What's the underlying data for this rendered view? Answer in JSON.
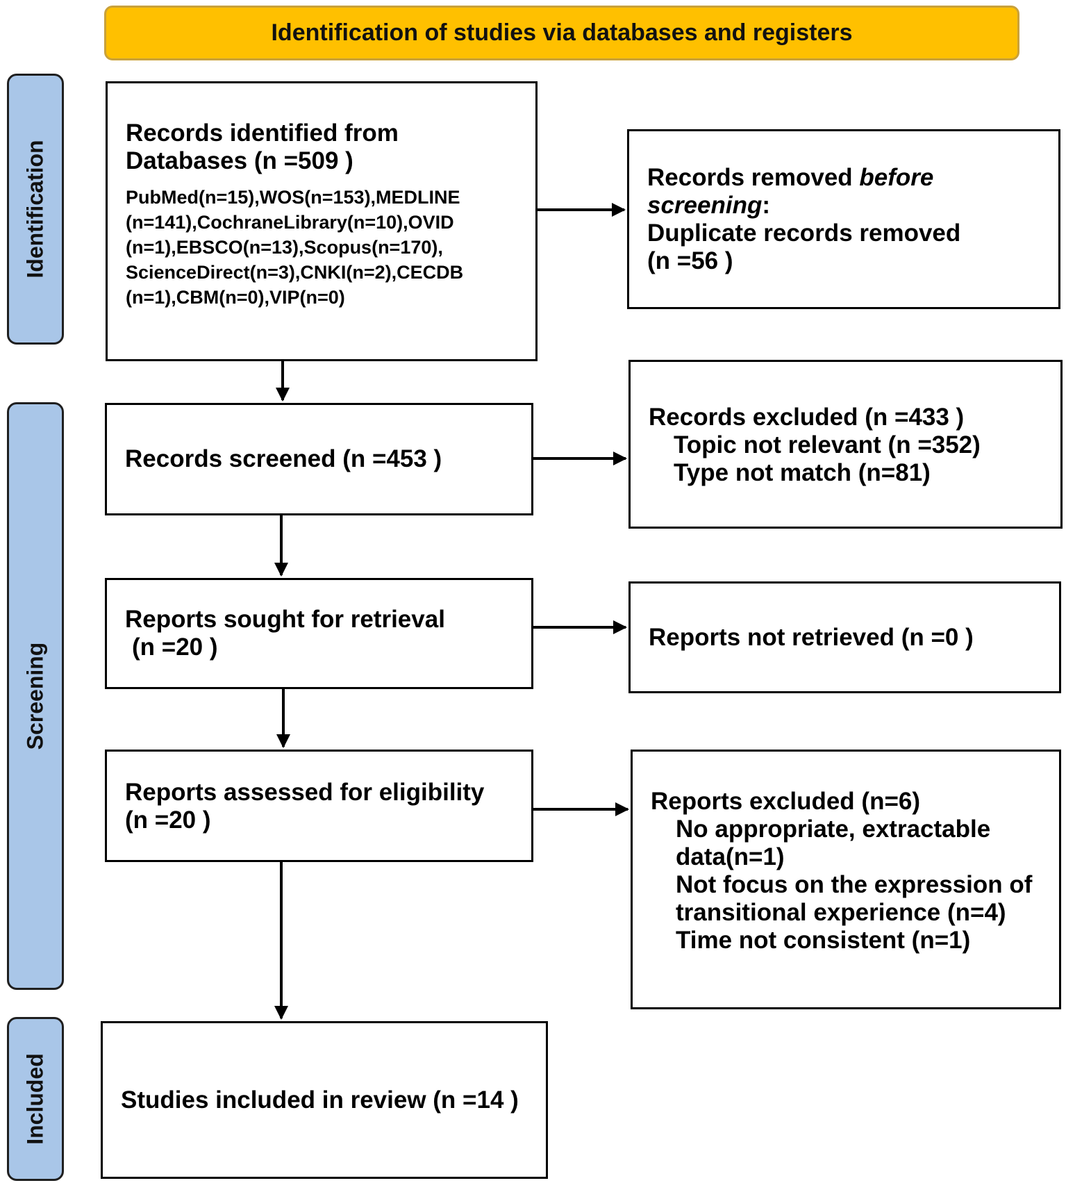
{
  "banner": "Identification of studies via databases and registers",
  "phases": {
    "identification": "Identification",
    "screening": "Screening",
    "included": "Included"
  },
  "identified": {
    "line1": "Records identified from",
    "line2": "Databases (n =509 )",
    "sources": [
      "PubMed(n=15),WOS(n=153),MEDLINE",
      "(n=141),CochraneLibrary(n=10),OVID",
      "(n=1),EBSCO(n=13),Scopus(n=170),",
      "ScienceDirect(n=3),CNKI(n=2),CECDB",
      "(n=1),CBM(n=0),VIP(n=0)"
    ]
  },
  "removed": {
    "prefix": "Records removed ",
    "emph1": "before",
    "emph2": "screening",
    "colon": ":",
    "line3": "Duplicate records removed",
    "line4": "(n =56 )"
  },
  "screened": {
    "text": "Records screened (n =453 )"
  },
  "excluded": {
    "title": "Records excluded (n =433 )",
    "items": [
      "Topic not relevant (n =352)",
      "Type not match (n=81)"
    ]
  },
  "sought": {
    "line1": "Reports sought for retrieval",
    "line2": "(n =20 )"
  },
  "not_retrieved": {
    "text": "Reports not retrieved (n =0 )"
  },
  "assessed": {
    "line1": "Reports assessed for eligibility",
    "line2": "(n =20 )"
  },
  "reports_excluded": {
    "title": "Reports excluded (n=6)",
    "items": [
      "No appropriate, extractable",
      "data(n=1)",
      "Not focus on the expression of",
      "transitional experience (n=4)",
      "Time  not  consistent (n=1)"
    ]
  },
  "included": {
    "text": "Studies included in review (n =14 )"
  }
}
